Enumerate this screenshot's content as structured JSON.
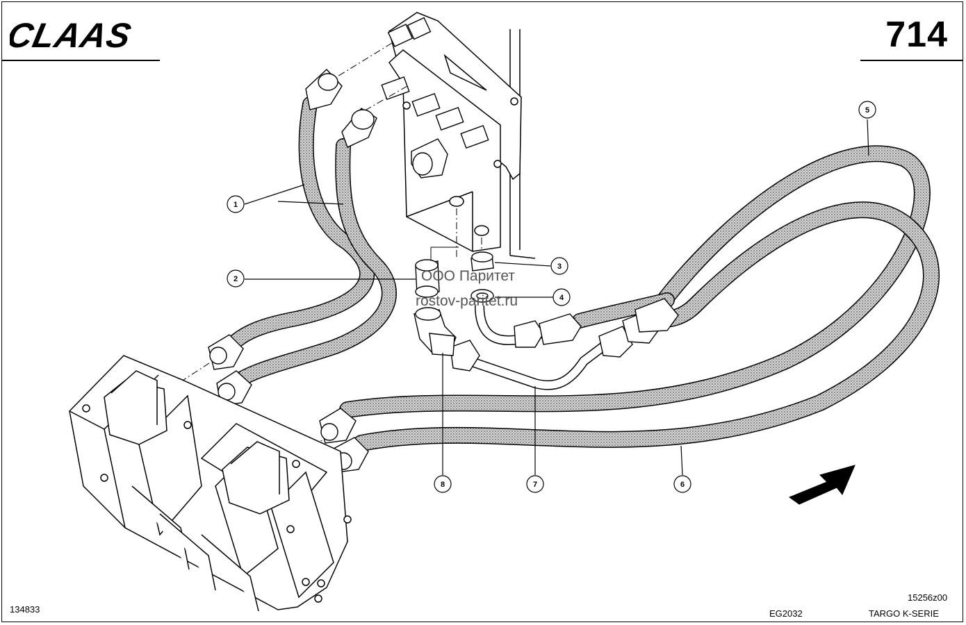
{
  "header": {
    "brand": "CLAAS",
    "page_number": "714"
  },
  "footer": {
    "drawing_id": "134833",
    "figure_code": "EG2032",
    "revision": "15256z00",
    "series": "TARGO K-SERIE"
  },
  "watermark": {
    "line1": "ООО Паритет",
    "line2": "rostov-paritet.ru"
  },
  "callouts": [
    "1",
    "2",
    "3",
    "4",
    "5",
    "6",
    "7",
    "8"
  ],
  "colors": {
    "ink": "#000000",
    "hose_fill": "#bdbdbd",
    "background": "#ffffff"
  },
  "icons": {
    "direction_arrow": "arrow-icon"
  }
}
